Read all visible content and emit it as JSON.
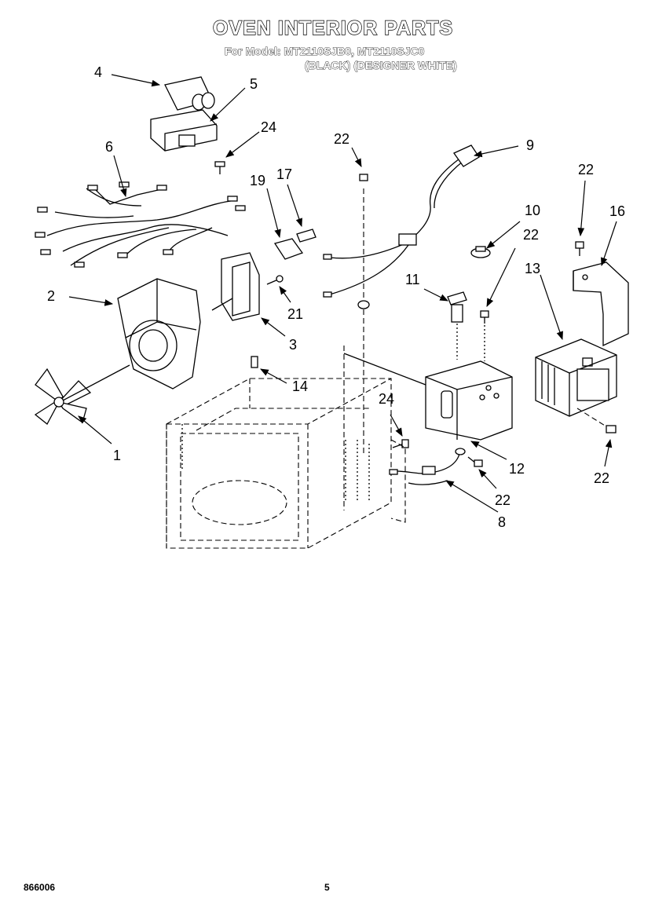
{
  "header": {
    "title": "OVEN INTERIOR PARTS",
    "model_line": "For Model: MT2110SJB0, MT2110SJC0",
    "variant_line": "(BLACK)  (DESIGNER WHITE)"
  },
  "footer": {
    "code": "866006",
    "page_number": "5"
  },
  "callouts": {
    "c1": "1",
    "c2": "2",
    "c3": "3",
    "c4": "4",
    "c5": "5",
    "c6": "6",
    "c8": "8",
    "c9": "9",
    "c10": "10",
    "c11": "11",
    "c12": "12",
    "c13": "13",
    "c14": "14",
    "c16": "16",
    "c17": "17",
    "c19": "19",
    "c21": "21",
    "c22a": "22",
    "c22b": "22",
    "c22c": "22",
    "c22d": "22",
    "c22e": "22",
    "c24a": "24",
    "c24b": "24"
  }
}
